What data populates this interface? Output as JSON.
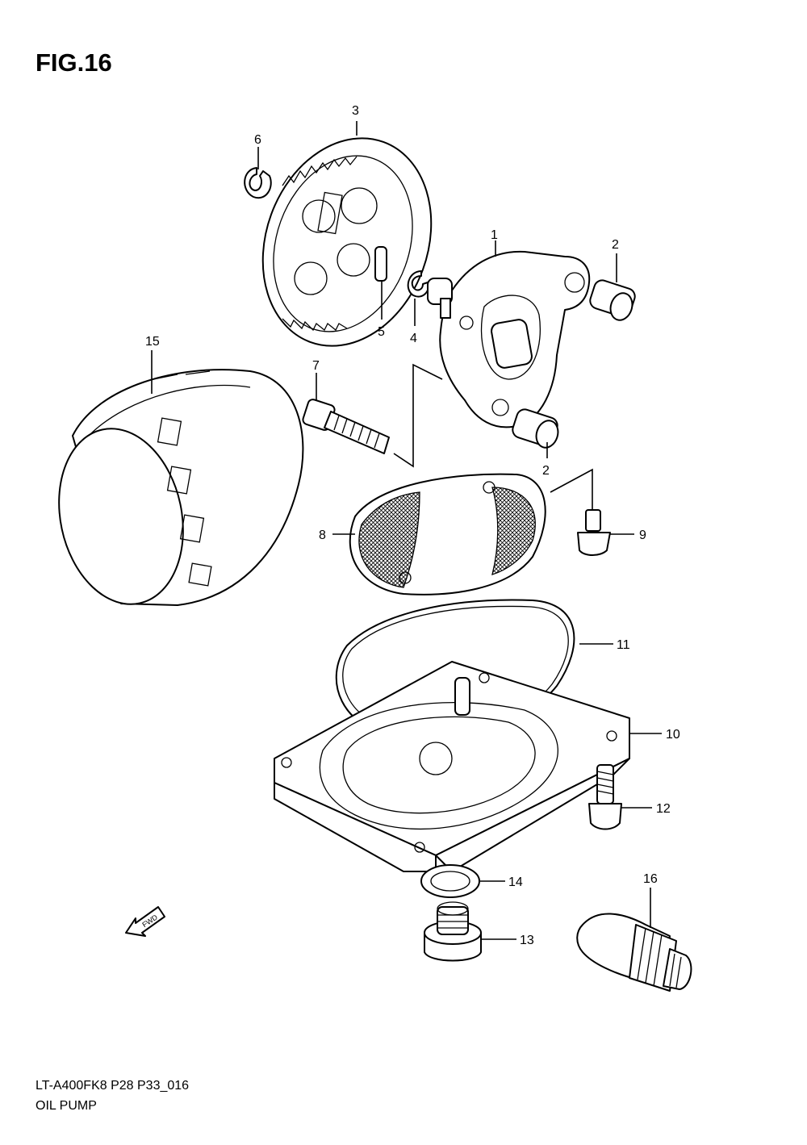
{
  "figure_title": "FIG.16",
  "footer": {
    "code": "LT-A400FK8 P28 P33_016",
    "name": "OIL PUMP"
  },
  "fwd_label": "FWD",
  "callouts": {
    "c1": "1",
    "c2a": "2",
    "c2b": "2",
    "c3": "3",
    "c4": "4",
    "c5": "5",
    "c6": "6",
    "c7": "7",
    "c8": "8",
    "c9": "9",
    "c10": "10",
    "c11": "11",
    "c12": "12",
    "c13": "13",
    "c14": "14",
    "c15": "15",
    "c16": "16"
  }
}
